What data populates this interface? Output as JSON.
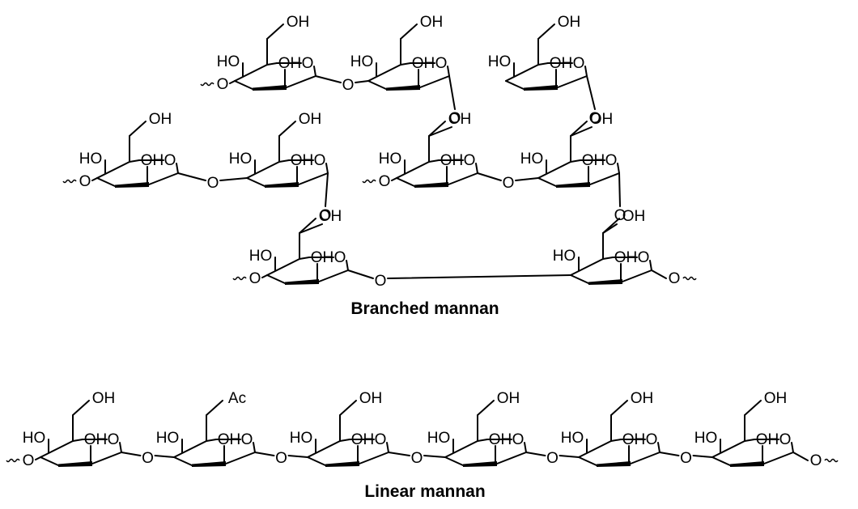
{
  "labels": {
    "branched_title": "Branched mannan",
    "linear_title": "Linear mannan",
    "hydroxyl": "OH",
    "ho": "HO",
    "oxygen": "O",
    "acetyl": "Ac"
  },
  "structures": {
    "branched": {
      "title_key": "branched_title",
      "residue_count": 9,
      "backbone_residues": 2,
      "branch_linkages": 4
    },
    "linear": {
      "title_key": "linear_title",
      "residue_count": 6,
      "acetylated_residue_index": 2
    }
  },
  "colors": {
    "ink": "#000000",
    "background": "#ffffff"
  }
}
